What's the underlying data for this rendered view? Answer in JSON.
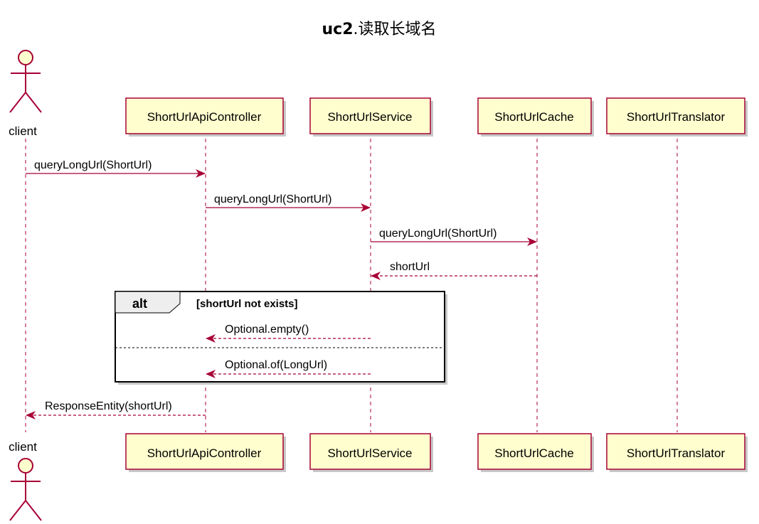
{
  "title_bold": "uc2",
  "title_rest": ".读取长域名",
  "actor": {
    "name": "client"
  },
  "participants": [
    {
      "id": "controller",
      "name": "ShortUrlApiController"
    },
    {
      "id": "service",
      "name": "ShortUrlService"
    },
    {
      "id": "cache",
      "name": "ShortUrlCache"
    },
    {
      "id": "translator",
      "name": "ShortUrlTranslator"
    }
  ],
  "messages": [
    {
      "label": "queryLongUrl(ShortUrl)",
      "from": "client",
      "to": "controller",
      "style": "solid"
    },
    {
      "label": "queryLongUrl(ShortUrl)",
      "from": "controller",
      "to": "service",
      "style": "solid"
    },
    {
      "label": "queryLongUrl(ShortUrl)",
      "from": "service",
      "to": "cache",
      "style": "solid"
    },
    {
      "label": "shortUrl",
      "from": "cache",
      "to": "service",
      "style": "dashed"
    },
    {
      "label": "Optional.empty()",
      "from": "service",
      "to": "controller",
      "style": "dashed"
    },
    {
      "label": "Optional.of(LongUrl)",
      "from": "service",
      "to": "controller",
      "style": "dashed"
    },
    {
      "label": "ResponseEntity(shortUrl)",
      "from": "controller",
      "to": "client",
      "style": "dashed"
    }
  ],
  "alt_fragment": {
    "keyword": "alt",
    "guard": "[shortUrl not exists]"
  },
  "colors": {
    "participant_fill": "#FEFECE",
    "participant_border": "#A80036",
    "arrow": "#A80036",
    "shadow": "#C8C8C8"
  }
}
